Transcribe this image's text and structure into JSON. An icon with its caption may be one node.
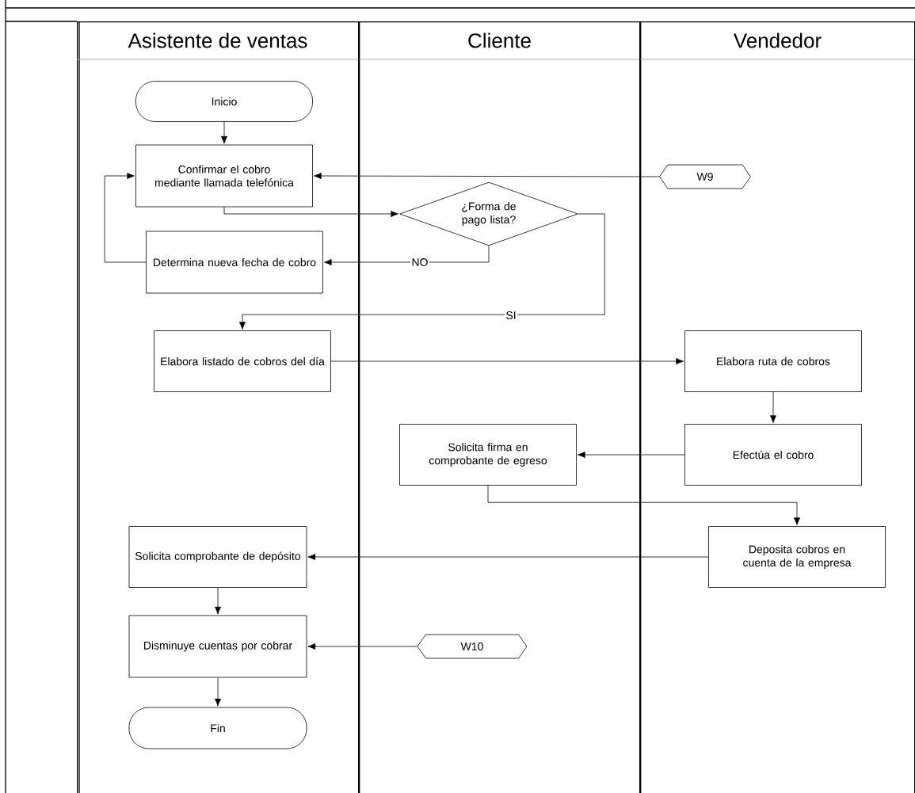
{
  "diagram": {
    "nodes": [
      {
        "text": [
          "Asistente de ventas"
        ]
      },
      {
        "text": [
          "Cliente"
        ]
      },
      {
        "text": [
          "Vendedor"
        ]
      },
      {
        "text": [
          "Inicio"
        ],
        "in": 0
      },
      {
        "text": [
          "Confirmar el cobro mediante llamada telefónica"
        ],
        "in": 0
      },
      {
        "text": [
          "W9"
        ],
        "in": 2
      },
      {
        "text": [
          "¿Forma de pago lista?"
        ],
        "in": 1
      },
      {
        "text": [
          "Determina nueva fecha de cobro"
        ],
        "in": 0
      },
      {
        "text": [
          "Elabora listado de cobros del día"
        ],
        "in": 0
      },
      {
        "text": [
          "Elabora ruta de cobros"
        ],
        "in": 2
      },
      {
        "text": [
          "Solicita firma en comprobante de egreso"
        ],
        "in": 1
      },
      {
        "text": [
          "Efectúa el cobro"
        ],
        "in": 2
      },
      {
        "text": [
          "Solicita comprobante de depósito"
        ],
        "in": 0
      },
      {
        "text": [
          "Deposita cobros en cuenta de la empresa"
        ],
        "in": 2
      },
      {
        "text": [
          "Disminuye cuentas por cobrar"
        ],
        "in": 0
      },
      {
        "text": [
          "W10"
        ],
        "in": 1
      },
      {
        "text": [
          "Fin"
        ],
        "in": 0
      }
    ],
    "edges": [
      {
        "from": 3,
        "to": 4,
        "arrow": "to"
      },
      {
        "from": 5,
        "to": 4,
        "arrow": "to"
      },
      {
        "from": 4,
        "to": 6,
        "arrow": "to"
      },
      {
        "from": 6,
        "to": 7,
        "arrow": "to",
        "label": "NO"
      },
      {
        "from": 7,
        "to": 4,
        "arrow": "to"
      },
      {
        "from": 6,
        "to": 8,
        "arrow": "to",
        "label": "SI"
      },
      {
        "from": 8,
        "to": 9,
        "arrow": "to"
      },
      {
        "from": 9,
        "to": 11,
        "arrow": "to"
      },
      {
        "from": 11,
        "to": 10,
        "arrow": "to"
      },
      {
        "from": 10,
        "to": 13,
        "arrow": "to"
      },
      {
        "from": 13,
        "to": 12,
        "arrow": "to"
      },
      {
        "from": 12,
        "to": 14,
        "arrow": "to"
      },
      {
        "from": 15,
        "to": 14,
        "arrow": "to"
      },
      {
        "from": 14,
        "to": 16,
        "arrow": "to"
      }
    ]
  }
}
